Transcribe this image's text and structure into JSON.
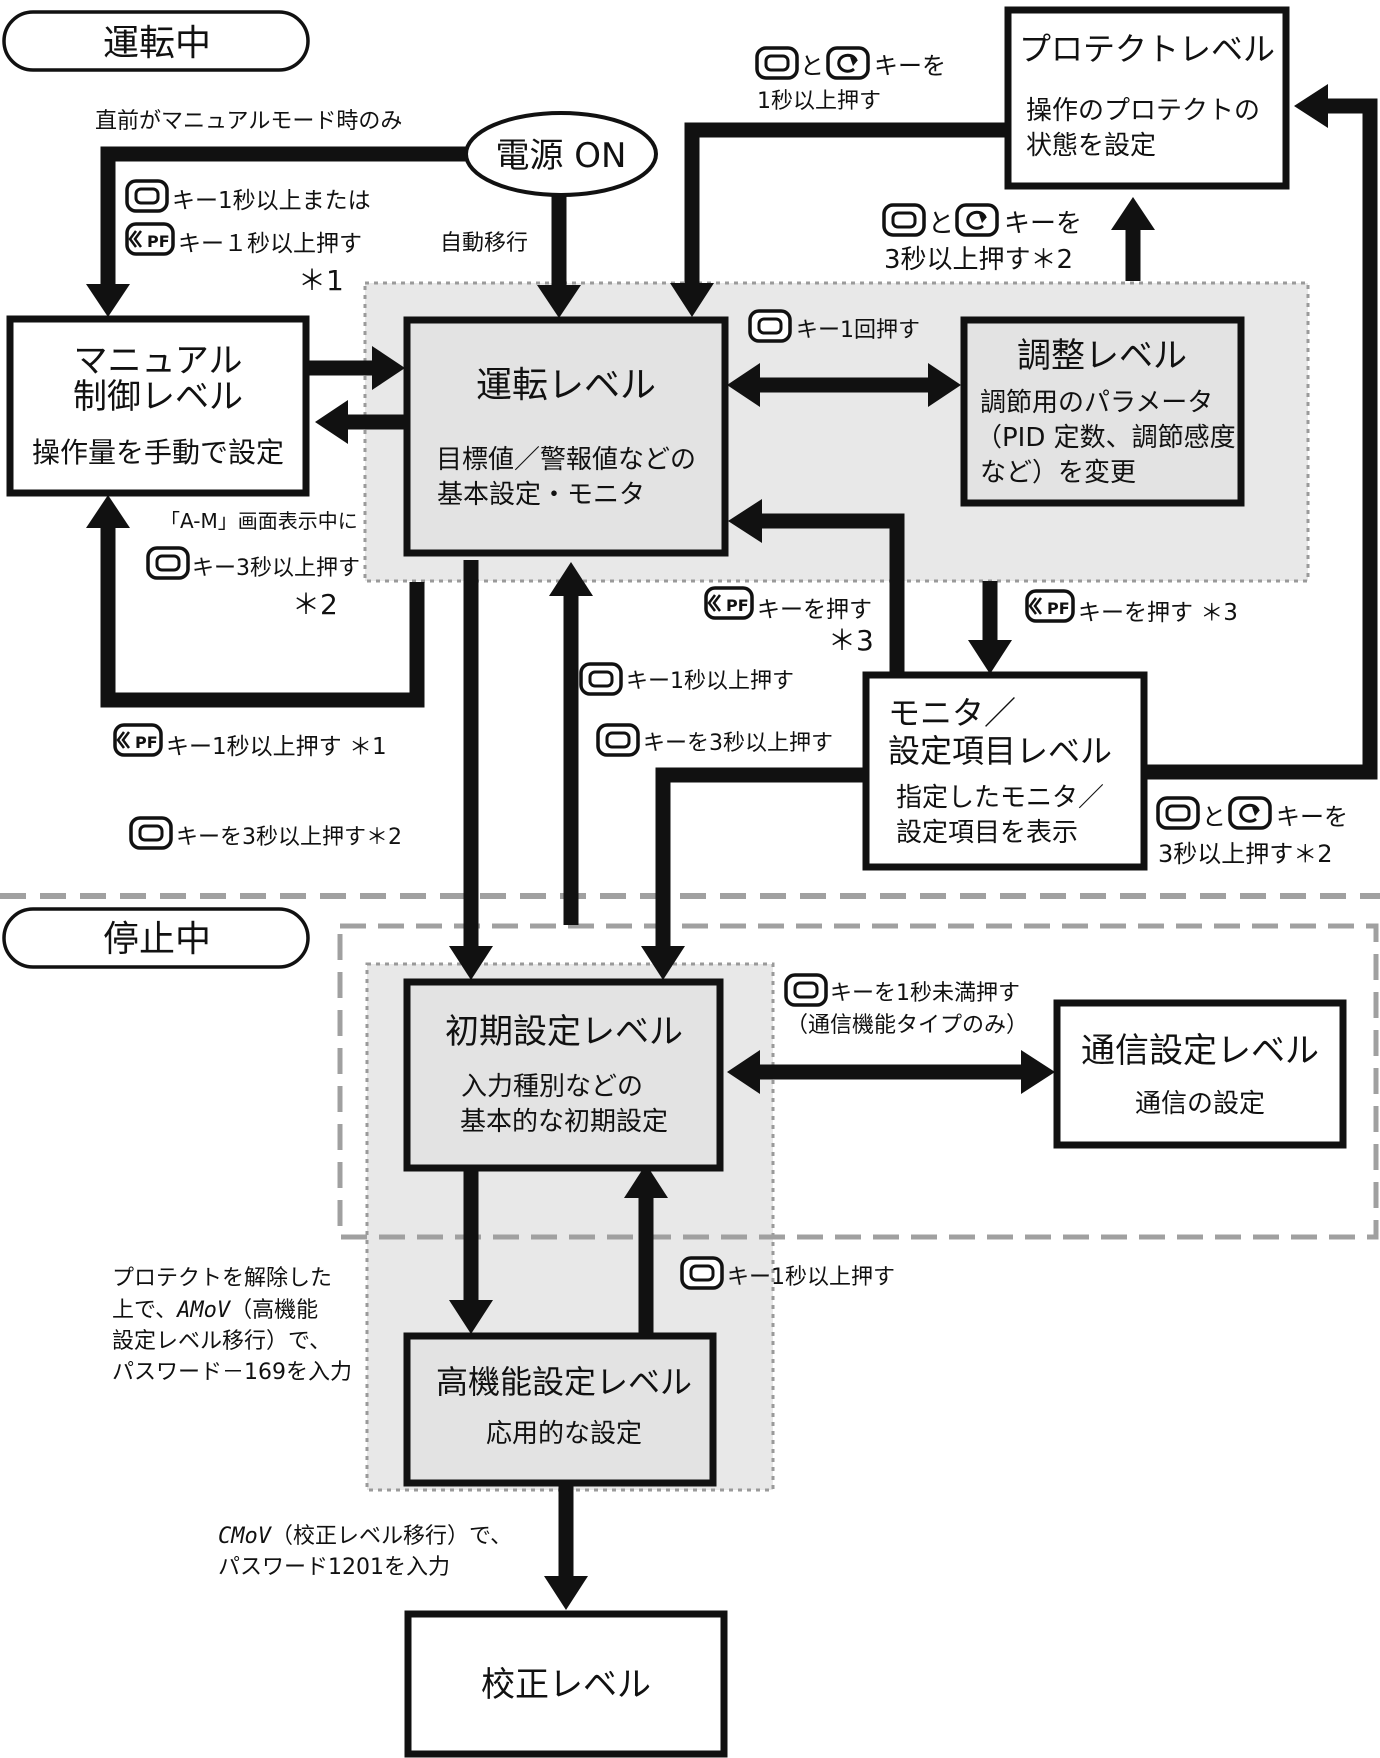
{
  "states": {
    "running": "運転中",
    "stopped": "停止中"
  },
  "power": "電源 ON",
  "levels": {
    "manual": {
      "title1": "マニュアル",
      "title2": "制御レベル",
      "desc": "操作量を手動で設定"
    },
    "operation": {
      "title": "運転レベル",
      "desc1": "目標値／警報値などの",
      "desc2": "基本設定・モニタ"
    },
    "adjustment": {
      "title": "調整レベル",
      "desc1": "調節用のパラメータ",
      "desc2": "（PID 定数、調節感度",
      "desc3": "など）を変更"
    },
    "protect": {
      "title": "プロテクトレベル",
      "desc1": "操作のプロテクトの",
      "desc2": "状態を設定"
    },
    "monitor": {
      "title1": "モニタ／",
      "title2": "設定項目レベル",
      "desc1": "指定したモニタ／",
      "desc2": "設定項目を表示"
    },
    "initial": {
      "title": "初期設定レベル",
      "desc1": "入力種別などの",
      "desc2": "基本的な初期設定"
    },
    "comm": {
      "title": "通信設定レベル",
      "desc": "通信の設定"
    },
    "advanced": {
      "title": "高機能設定レベル",
      "desc": "応用的な設定"
    },
    "calibration": {
      "title": "校正レベル"
    }
  },
  "labels": {
    "manual_only": "直前がマニュアルモード時のみ",
    "key_1s_or": "キー1秒以上または",
    "pf_1s": "キー１秒以上押す",
    "note1a": "＊1",
    "auto": "自動移行",
    "protect_top_a": "キーを",
    "protect_top_b": "1秒以上押す",
    "and": "と",
    "protect_mid_a": "キーを",
    "protect_mid_b": "3秒以上押す＊2",
    "key_once": "キー1回押す",
    "am_screen": "「A-M」画面表示中に",
    "key_3s": "キー3秒以上押す",
    "note2a": "＊2",
    "pf_press": "キーを押す",
    "note3a": "＊3",
    "pf_press_note": "キーを押す ＊3",
    "key_1s_press": "キー1秒以上押す",
    "key_3s_press": "キーを3秒以上押す",
    "pf_1s_note": "キー1秒以上押す ＊1",
    "key_3s_note": "キーを3秒以上押す＊2",
    "monitor_right_a": "キーを",
    "monitor_right_b": "3秒以上押す＊2",
    "comm_key": "キーを1秒未満押す",
    "comm_only": "（通信機能タイプのみ）",
    "adv_note1": "プロテクトを解除した",
    "adv_note2a": "上で、",
    "adv_code": "AMoV",
    "adv_note2b": "（高機能",
    "adv_note3": "設定レベル移行）で、",
    "adv_note4": "パスワード－169を入力",
    "adv_key": "キー1秒以上押す",
    "cal_code": "CMoV",
    "cal_note1": "（校正レベル移行）で、",
    "cal_note2": "パスワード1201を入力"
  },
  "icons": {
    "level_key": "level-key-icon",
    "mode_key": "mode-key-icon",
    "pf_key": "pf-key-icon"
  },
  "pf_text": "PF"
}
